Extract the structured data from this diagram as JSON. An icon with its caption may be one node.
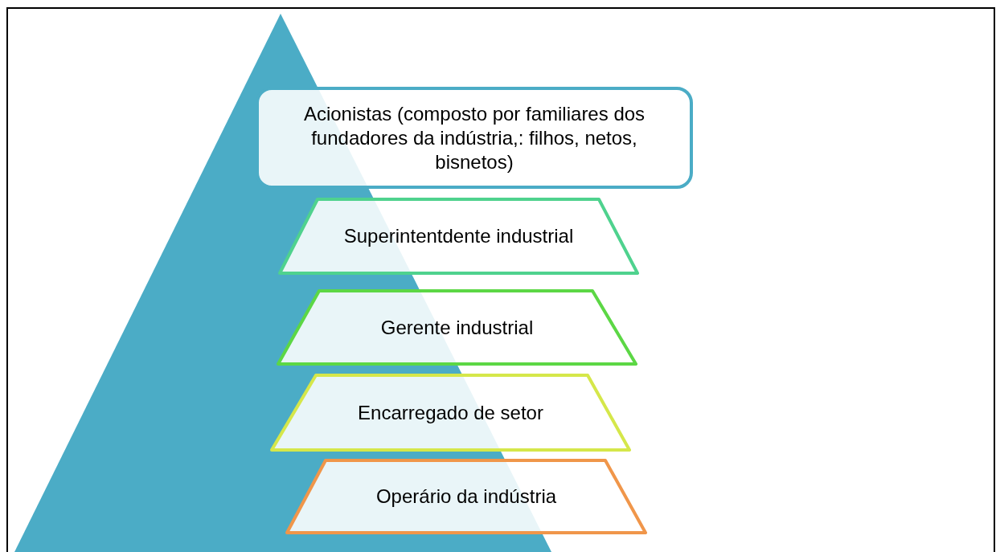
{
  "diagram": {
    "nodes": [
      {
        "text": [
          "Acionistas (composto por familiares dos fundadores da indústria,: filhos, netos, bisnetos)"
        ]
      },
      {
        "text": [
          "Superintentdente industrial"
        ]
      },
      {
        "text": [
          "Gerente industrial"
        ]
      },
      {
        "text": [
          "Encarregado de setor"
        ]
      },
      {
        "text": [
          "Operário da indústria"
        ]
      }
    ]
  }
}
